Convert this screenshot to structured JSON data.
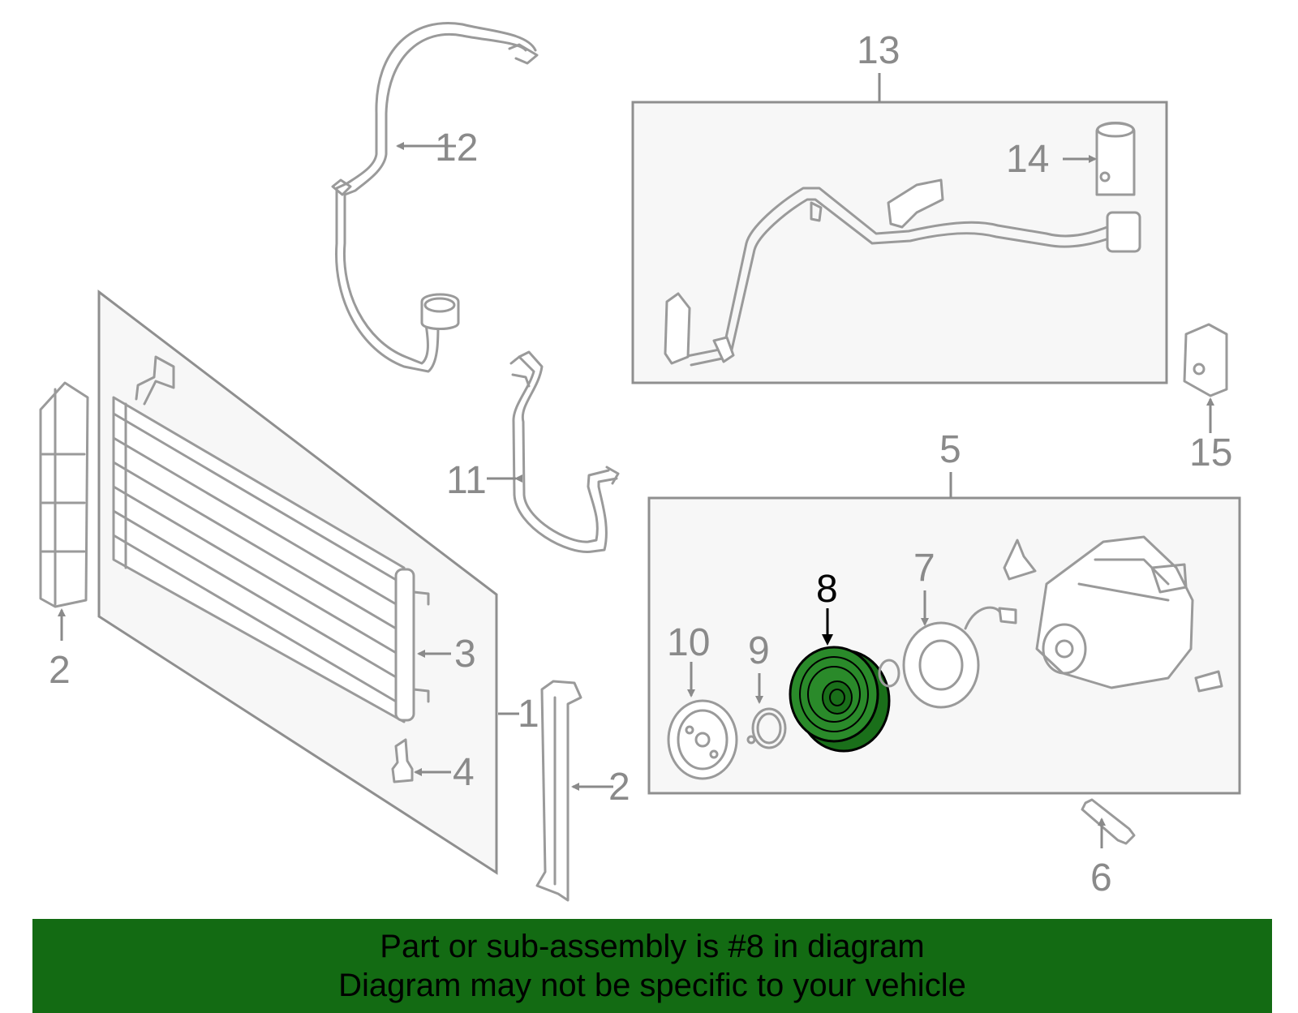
{
  "callouts": {
    "c1": "1",
    "c2a": "2",
    "c2b": "2",
    "c3": "3",
    "c4": "4",
    "c5": "5",
    "c6": "6",
    "c7": "7",
    "c8": "8",
    "c9": "9",
    "c10": "10",
    "c11": "11",
    "c12": "12",
    "c13": "13",
    "c14": "14",
    "c15": "15"
  },
  "highlight": {
    "part": "8",
    "color": "#136b13"
  },
  "banner": {
    "line1": "Part or sub-assembly is #8 in diagram",
    "line2": "Diagram may not be specific to your vehicle",
    "background": "#136b13"
  }
}
